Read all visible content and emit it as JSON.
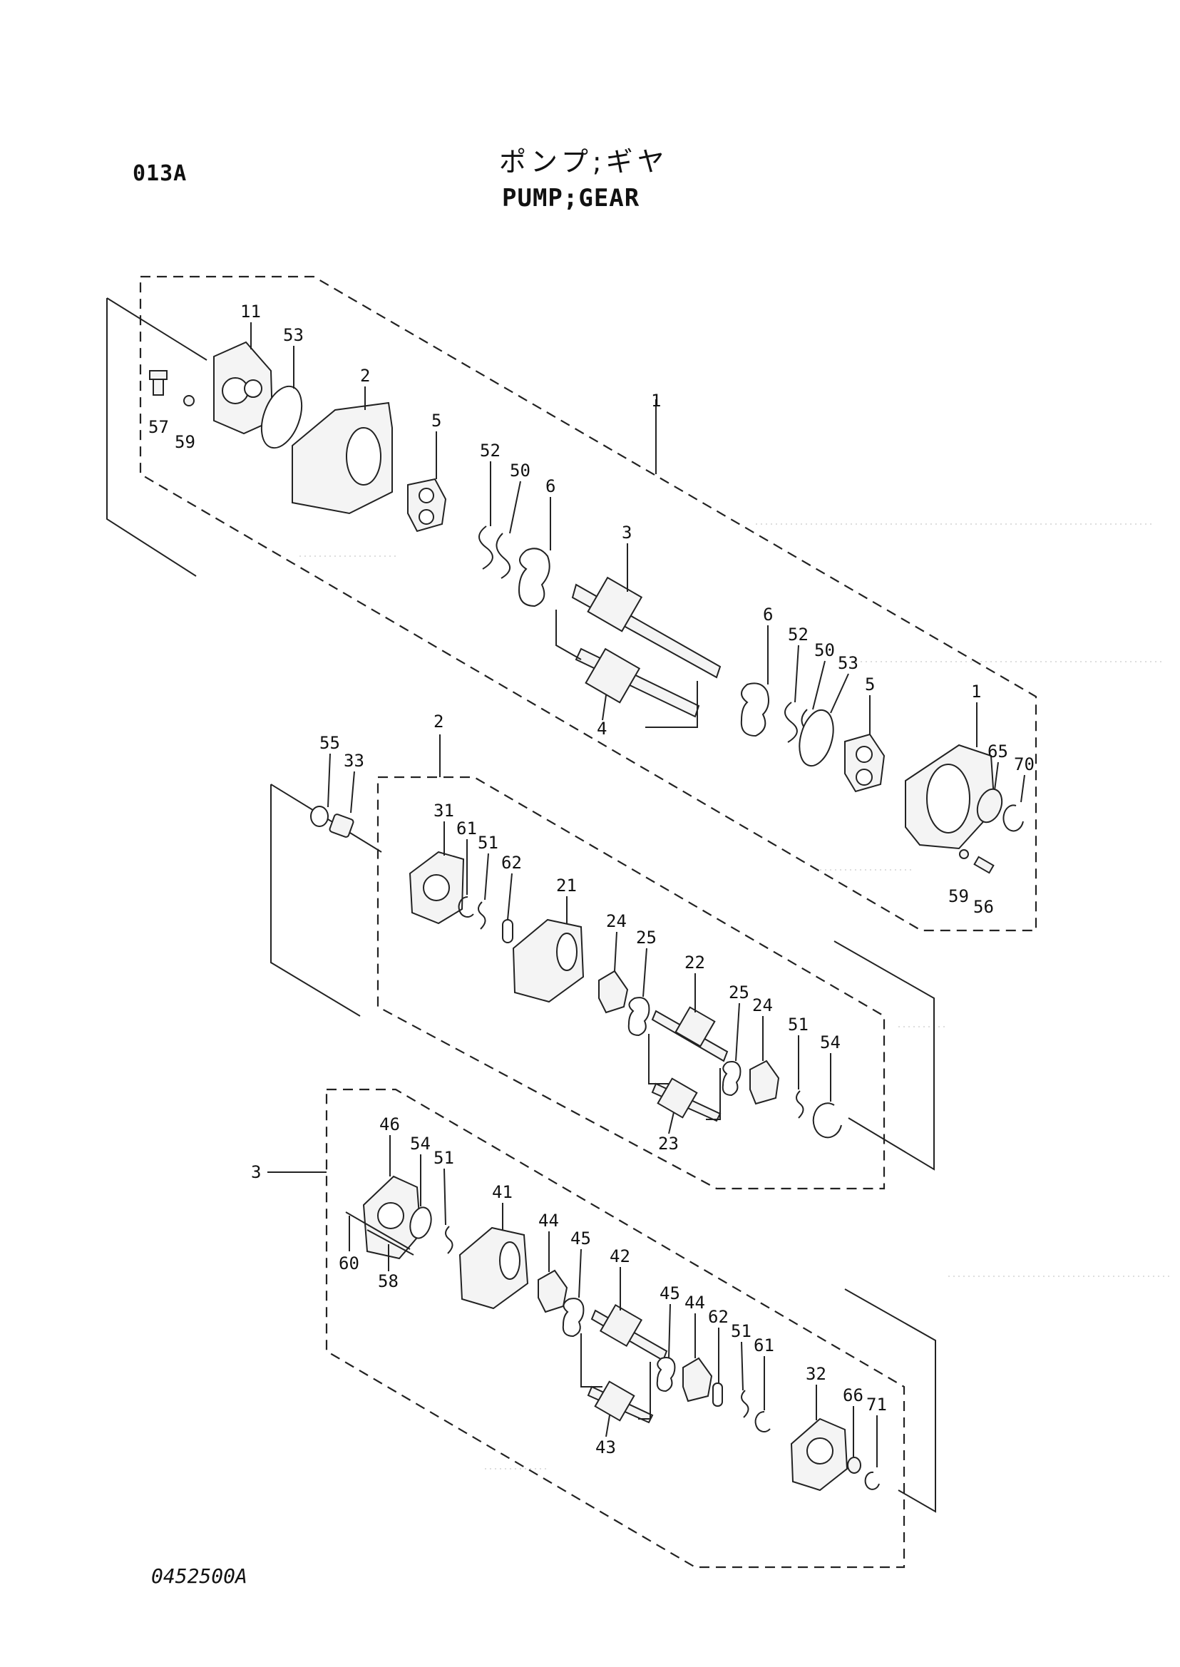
{
  "header": {
    "page_code": "013A",
    "title_jp": "ポンプ;ギヤ",
    "title_en": "PUMP;GEAR"
  },
  "footer": {
    "drawing_code": "0452500A"
  },
  "callouts": {
    "c11": "11",
    "c53a": "53",
    "c2a": "2",
    "c57": "57",
    "c59a": "59",
    "c5a": "5",
    "c52a": "52",
    "c50a": "50",
    "c6a": "6",
    "c3a": "3",
    "c1a": "1",
    "c4": "4",
    "c6b": "6",
    "c52b": "52",
    "c50b": "50",
    "c53b": "53",
    "c5b": "5",
    "c1b": "1",
    "c65": "65",
    "c70": "70",
    "c59b": "59",
    "c56": "56",
    "c2b": "2",
    "c55": "55",
    "c33": "33",
    "c31": "31",
    "c61a": "61",
    "c51a": "51",
    "c62a": "62",
    "c21": "21",
    "c24a": "24",
    "c25a": "25",
    "c22": "22",
    "c25b": "25",
    "c24b": "24",
    "c51b": "51",
    "c54a": "54",
    "c23": "23",
    "c3b": "3",
    "c46": "46",
    "c54b": "54",
    "c51c": "51",
    "c60": "60",
    "c58": "58",
    "c41": "41",
    "c44a": "44",
    "c45a": "45",
    "c42": "42",
    "c45b": "45",
    "c44b": "44",
    "c62b": "62",
    "c51d": "51",
    "c61b": "61",
    "c32": "32",
    "c66": "66",
    "c71": "71",
    "c43": "43"
  }
}
